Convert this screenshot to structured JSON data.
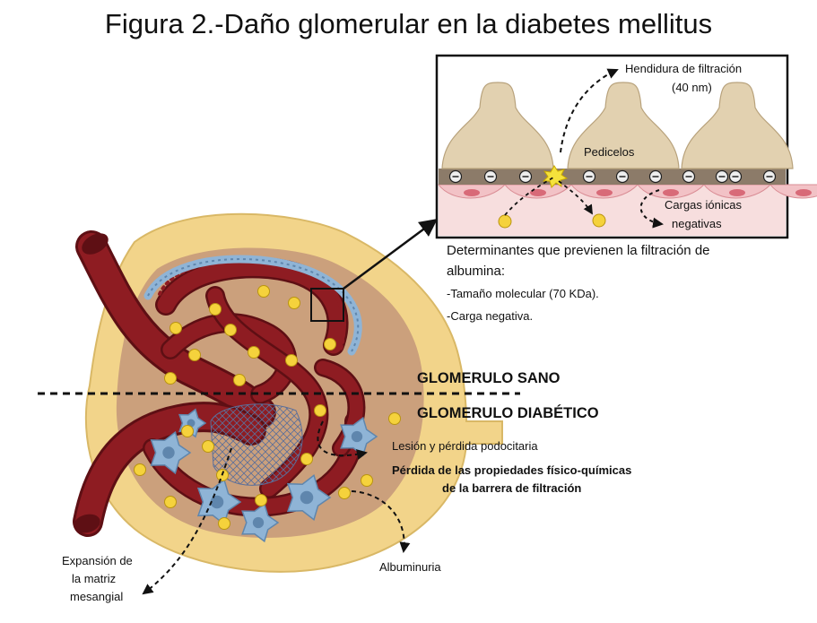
{
  "title": "Figura 2.-Daño glomerular en la diabetes mellitus",
  "inset": {
    "slit_label_line1": "Hendidura de filtración",
    "slit_label_line2": "(40 nm)",
    "pedicels_label": "Pedicelos",
    "charges_label_line1": "Cargas  iónicas",
    "charges_label_line2": "negativas"
  },
  "determinants": {
    "heading_line1": "Determinantes  que  previenen  la filtración  de",
    "heading_line2": "albumina:",
    "item1": "-Tamaño molecular (70 KDa).",
    "item2": "-Carga negativa."
  },
  "sections": {
    "healthy": "GLOMERULO SANO",
    "diabetic": "GLOMERULO DIABÉTICO"
  },
  "diabetic_labels": {
    "lesion": "Lesión y pérdida podocitaria",
    "loss_line1": "Pérdida de las propiedades físico-químicas",
    "loss_line2": "de la barrera de filtración",
    "albuminuria": "Albuminuria",
    "matrix_line1": "Expansión de",
    "matrix_line2": "la matriz",
    "matrix_line3": "mesangial"
  },
  "colors": {
    "capsule": "#f2d48a",
    "capsule_edge": "#d9b866",
    "interior": "#c79a7a",
    "vessel": "#8e1c22",
    "vessel_dark": "#5e0f14",
    "podocyte": "#8fb4d6",
    "podocyte_edge": "#5f86ad",
    "albumin": "#f5d23c",
    "pedicel": "#e2d1b0",
    "membrane": "#8c7b69",
    "endothelium": "#f2c2c6"
  }
}
